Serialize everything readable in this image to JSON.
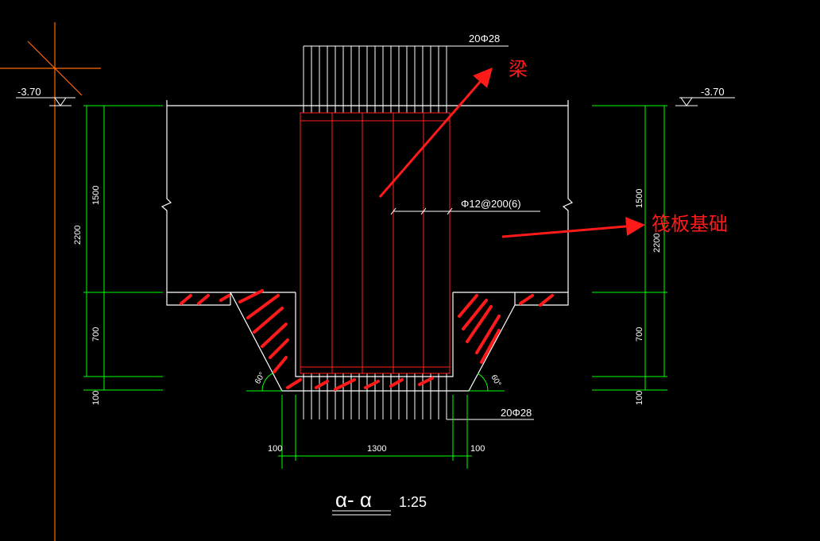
{
  "colors": {
    "background": "#000000",
    "line": "#ffffff",
    "dimension": "#00ff00",
    "rebar": "#ff2020",
    "axis": "#ff6a00",
    "annotation": "#ff1a1a"
  },
  "elevations": {
    "left": "-3.70",
    "right": "-3.70"
  },
  "rebar_labels": {
    "top": "20Φ28",
    "bottom": "20Φ28",
    "stirrup": "Φ12@200(6)"
  },
  "dimensions": {
    "left_total": "2200",
    "left_upper": "1500",
    "left_middle": "700",
    "left_bottom": "100",
    "right_total": "2200",
    "right_upper": "1500",
    "right_middle": "700",
    "right_bottom": "100",
    "bottom_left": "100",
    "bottom_center": "1300",
    "bottom_right": "100",
    "angle_left": "60°",
    "angle_right": "60°"
  },
  "section_title": {
    "name": "α- α",
    "scale": "1:25"
  },
  "annotations": {
    "beam": "梁",
    "raft": "筏板基础"
  }
}
